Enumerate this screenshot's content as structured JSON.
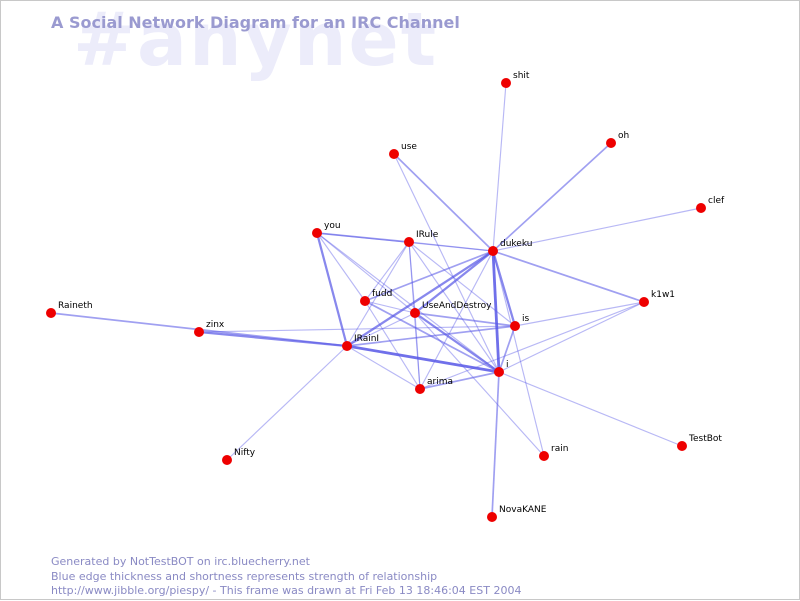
{
  "title": "A Social Network Diagram for an IRC Channel",
  "watermark": "#anynet",
  "colors": {
    "node": "#ee0000",
    "edge": "#5555e6",
    "title": "#9a9ad0",
    "footer": "#8a8ac4",
    "watermark": "#ececfa"
  },
  "nodes": [
    {
      "id": "shit",
      "label": "shit"
    },
    {
      "id": "oh",
      "label": "oh"
    },
    {
      "id": "use",
      "label": "use"
    },
    {
      "id": "clef",
      "label": "clef"
    },
    {
      "id": "you",
      "label": "you"
    },
    {
      "id": "IRule",
      "label": "IRule"
    },
    {
      "id": "dukeku",
      "label": "dukeku"
    },
    {
      "id": "k1w1",
      "label": "k1w1"
    },
    {
      "id": "fudd",
      "label": "fudd"
    },
    {
      "id": "UseAndDestroy",
      "label": "UseAndDestroy"
    },
    {
      "id": "Raineth",
      "label": "Raineth"
    },
    {
      "id": "zinx",
      "label": "zinx"
    },
    {
      "id": "is",
      "label": "is"
    },
    {
      "id": "IRainI",
      "label": "IRainI"
    },
    {
      "id": "i",
      "label": "i"
    },
    {
      "id": "arima",
      "label": "arima"
    },
    {
      "id": "rain",
      "label": "rain"
    },
    {
      "id": "TestBot",
      "label": "TestBot"
    },
    {
      "id": "Nifty",
      "label": "Nifty"
    },
    {
      "id": "NovaKANE",
      "label": "NovaKANE"
    }
  ],
  "edges": [
    {
      "source": "dukeku",
      "target": "shit",
      "strength": 1
    },
    {
      "source": "dukeku",
      "target": "oh",
      "strength": 2
    },
    {
      "source": "dukeku",
      "target": "use",
      "strength": 2
    },
    {
      "source": "dukeku",
      "target": "clef",
      "strength": 1
    },
    {
      "source": "dukeku",
      "target": "k1w1",
      "strength": 2
    },
    {
      "source": "dukeku",
      "target": "IRule",
      "strength": 1
    },
    {
      "source": "dukeku",
      "target": "fudd",
      "strength": 2
    },
    {
      "source": "dukeku",
      "target": "UseAndDestroy",
      "strength": 3
    },
    {
      "source": "dukeku",
      "target": "IRainI",
      "strength": 3
    },
    {
      "source": "dukeku",
      "target": "is",
      "strength": 3
    },
    {
      "source": "dukeku",
      "target": "i",
      "strength": 4
    },
    {
      "source": "dukeku",
      "target": "arima",
      "strength": 1
    },
    {
      "source": "dukeku",
      "target": "rain",
      "strength": 1
    },
    {
      "source": "use",
      "target": "i",
      "strength": 1
    },
    {
      "source": "you",
      "target": "IRule",
      "strength": 2
    },
    {
      "source": "you",
      "target": "dukeku",
      "strength": 1
    },
    {
      "source": "you",
      "target": "IRainI",
      "strength": 3
    },
    {
      "source": "you",
      "target": "fudd",
      "strength": 1
    },
    {
      "source": "you",
      "target": "UseAndDestroy",
      "strength": 1
    },
    {
      "source": "you",
      "target": "i",
      "strength": 1
    },
    {
      "source": "IRule",
      "target": "fudd",
      "strength": 1
    },
    {
      "source": "IRule",
      "target": "UseAndDestroy",
      "strength": 1
    },
    {
      "source": "IRule",
      "target": "IRainI",
      "strength": 1
    },
    {
      "source": "IRule",
      "target": "i",
      "strength": 1
    },
    {
      "source": "IRule",
      "target": "is",
      "strength": 1
    },
    {
      "source": "IRule",
      "target": "arima",
      "strength": 1
    },
    {
      "source": "fudd",
      "target": "UseAndDestroy",
      "strength": 1
    },
    {
      "source": "fudd",
      "target": "i",
      "strength": 2
    },
    {
      "source": "fudd",
      "target": "arima",
      "strength": 1
    },
    {
      "source": "UseAndDestroy",
      "target": "is",
      "strength": 2
    },
    {
      "source": "UseAndDestroy",
      "target": "i",
      "strength": 3
    },
    {
      "source": "UseAndDestroy",
      "target": "IRainI",
      "strength": 1
    },
    {
      "source": "UseAndDestroy",
      "target": "arima",
      "strength": 1
    },
    {
      "source": "UseAndDestroy",
      "target": "rain",
      "strength": 1
    },
    {
      "source": "Raineth",
      "target": "IRainI",
      "strength": 2
    },
    {
      "source": "zinx",
      "target": "IRainI",
      "strength": 3
    },
    {
      "source": "zinx",
      "target": "is",
      "strength": 1
    },
    {
      "source": "IRainI",
      "target": "i",
      "strength": 4
    },
    {
      "source": "IRainI",
      "target": "is",
      "strength": 2
    },
    {
      "source": "IRainI",
      "target": "arima",
      "strength": 1
    },
    {
      "source": "IRainI",
      "target": "Nifty",
      "strength": 1
    },
    {
      "source": "is",
      "target": "i",
      "strength": 2
    },
    {
      "source": "i",
      "target": "arima",
      "strength": 2
    },
    {
      "source": "i",
      "target": "NovaKANE",
      "strength": 2
    },
    {
      "source": "i",
      "target": "TestBot",
      "strength": 1
    },
    {
      "source": "i",
      "target": "k1w1",
      "strength": 1
    },
    {
      "source": "k1w1",
      "target": "is",
      "strength": 1
    },
    {
      "source": "k1w1",
      "target": "arima",
      "strength": 1
    }
  ],
  "footer": {
    "line1": "Generated by NotTestBOT on irc.bluecherry.net",
    "line2": "Blue edge thickness and shortness represents strength of relationship",
    "line3": "http://www.jibble.org/piespy/ - This frame was drawn at Fri Feb 13 18:46:04 EST 2004"
  }
}
